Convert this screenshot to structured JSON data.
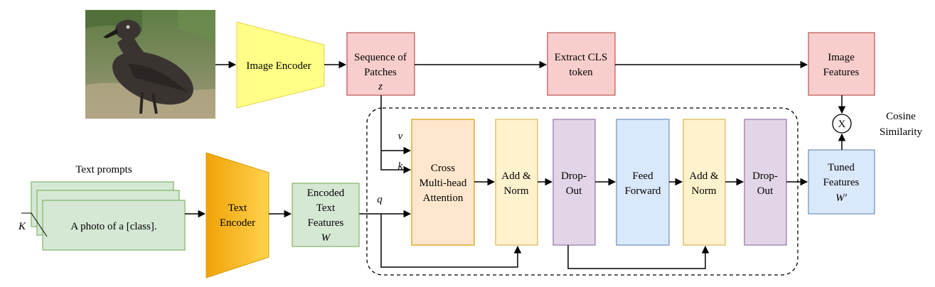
{
  "image": {
    "photo_icon": "bird-photo",
    "colors": {
      "sky": "#6e8a52",
      "bird": "#3a3431"
    }
  },
  "encoders": {
    "image_encoder": "Image Encoder",
    "text_encoder_line1": "Text",
    "text_encoder_line2": "Encoder"
  },
  "text_prompts": {
    "title": "Text prompts",
    "prompt": "A photo of a [class].",
    "count_symbol": "K"
  },
  "blocks": {
    "patches": {
      "line1": "Sequence of",
      "line2": "Patches",
      "symbol": "z"
    },
    "extract_cls": {
      "line1": "Extract CLS",
      "line2": "token"
    },
    "image_features": {
      "line1": "Image",
      "line2": "Features"
    },
    "encoded_text": {
      "line1": "Encoded",
      "line2": "Text",
      "line3": "Features",
      "symbol": "W"
    },
    "cross_attention": {
      "line1": "Cross",
      "line2": "Multi-head",
      "line3": "Attention"
    },
    "add_norm_1": {
      "line1": "Add &",
      "line2": "Norm"
    },
    "dropout_1": {
      "line1": "Drop-",
      "line2": "Out"
    },
    "feed_forward": {
      "line1": "Feed",
      "line2": "Forward"
    },
    "add_norm_2": {
      "line1": "Add &",
      "line2": "Norm"
    },
    "dropout_2": {
      "line1": "Drop-",
      "line2": "Out"
    },
    "tuned_features": {
      "line1": "Tuned",
      "line2": "Features",
      "symbol": "W′"
    }
  },
  "arrow_labels": {
    "v": "v",
    "k": "k",
    "q": "q"
  },
  "similarity": {
    "operator": "X",
    "line1": "Cosine",
    "line2": "Similarity"
  },
  "colors": {
    "pink_fill": "#f8cecc",
    "pink_stroke": "#b85450",
    "green_fill": "#d5e8d4",
    "green_stroke": "#82b366",
    "orange_fill": "#ffe6cc",
    "orange_stroke": "#d79b00",
    "yellow_fill": "#fff2cc",
    "yellow_stroke": "#d6b656",
    "purple_fill": "#e1d5e7",
    "purple_stroke": "#9673a6",
    "blue_fill": "#dae8fc",
    "blue_stroke": "#6c8ebf",
    "encoder_yellow": "#ffff88"
  }
}
